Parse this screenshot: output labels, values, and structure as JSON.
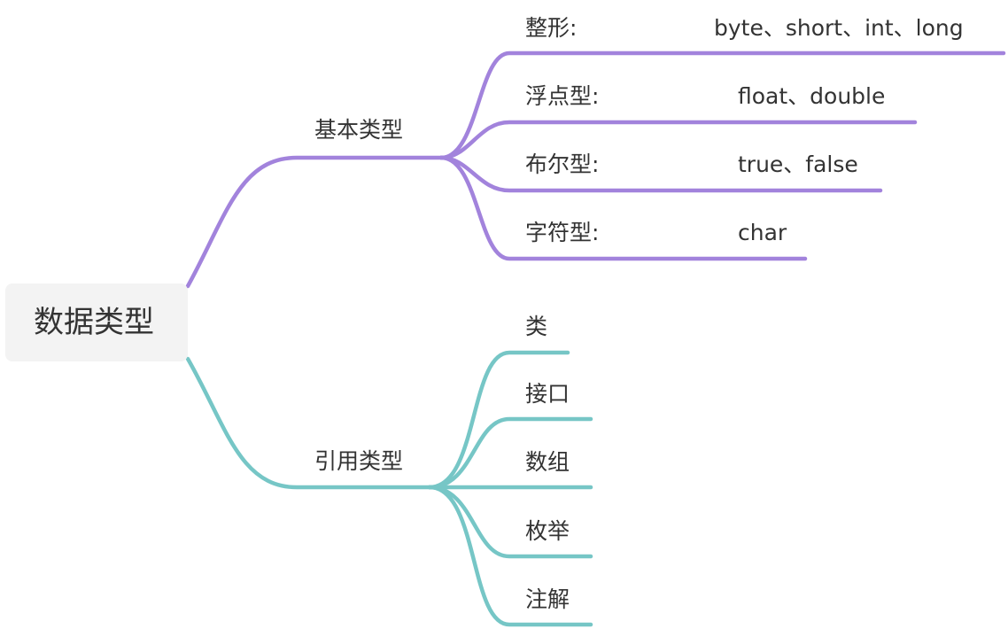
{
  "root": {
    "label": "数据类型"
  },
  "branches": [
    {
      "label": "基本类型",
      "color": "#a283dc",
      "leaves": [
        {
          "label": "整形:",
          "value": "byte、short、int、long"
        },
        {
          "label": "浮点型:",
          "value": "float、double"
        },
        {
          "label": "布尔型:",
          "value": "true、false"
        },
        {
          "label": "字符型:",
          "value": "char"
        }
      ]
    },
    {
      "label": "引用类型",
      "color": "#76c6c6",
      "leaves": [
        {
          "label": "类"
        },
        {
          "label": "接口"
        },
        {
          "label": "数组"
        },
        {
          "label": "枚举"
        },
        {
          "label": "注解"
        }
      ]
    }
  ]
}
